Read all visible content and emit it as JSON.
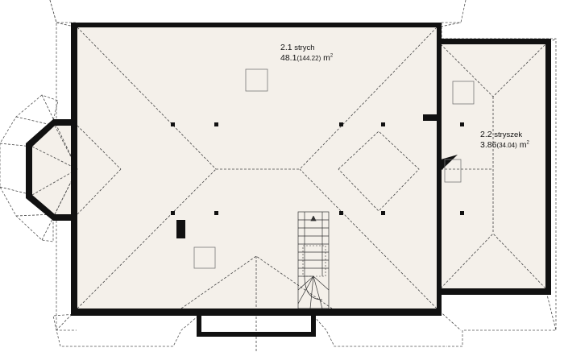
{
  "rooms": [
    {
      "number": "2.1",
      "name": "strych",
      "area": "48.1",
      "area_total": "(144.22)",
      "unit": "m",
      "unit_exp": "2"
    },
    {
      "number": "2.2",
      "name": "stryszek",
      "area": "3.86",
      "area_total": "(34.04)",
      "unit": "m",
      "unit_exp": "2"
    }
  ],
  "colors": {
    "floor": "#f4f0ea",
    "wall": "#111111",
    "roof_line": "#555555"
  }
}
